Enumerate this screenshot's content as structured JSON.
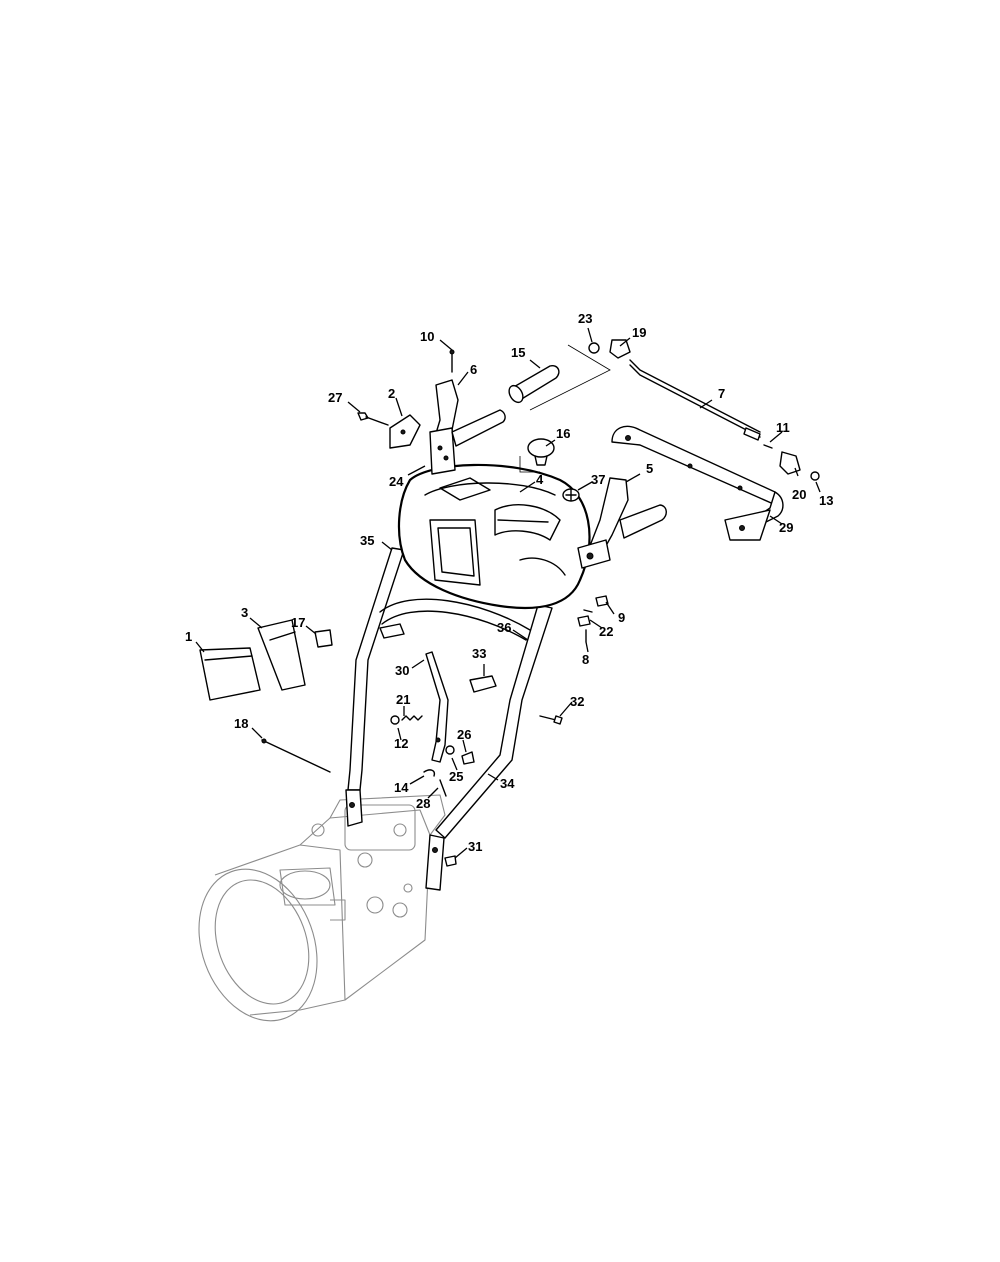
{
  "callouts": [
    {
      "label": "1"
    },
    {
      "label": "2"
    },
    {
      "label": "3"
    },
    {
      "label": "4"
    },
    {
      "label": "5"
    },
    {
      "label": "6"
    },
    {
      "label": "7"
    },
    {
      "label": "8"
    },
    {
      "label": "9"
    },
    {
      "label": "10"
    },
    {
      "label": "11"
    },
    {
      "label": "12"
    },
    {
      "label": "13"
    },
    {
      "label": "14"
    },
    {
      "label": "15"
    },
    {
      "label": "16"
    },
    {
      "label": "17"
    },
    {
      "label": "18"
    },
    {
      "label": "19"
    },
    {
      "label": "20"
    },
    {
      "label": "21"
    },
    {
      "label": "22"
    },
    {
      "label": "23"
    },
    {
      "label": "24"
    },
    {
      "label": "25"
    },
    {
      "label": "26"
    },
    {
      "label": "27"
    },
    {
      "label": "28"
    },
    {
      "label": "29"
    },
    {
      "label": "30"
    },
    {
      "label": "31"
    },
    {
      "label": "32"
    },
    {
      "label": "33"
    },
    {
      "label": "34"
    },
    {
      "label": "35"
    },
    {
      "label": "36"
    },
    {
      "label": "37"
    }
  ]
}
